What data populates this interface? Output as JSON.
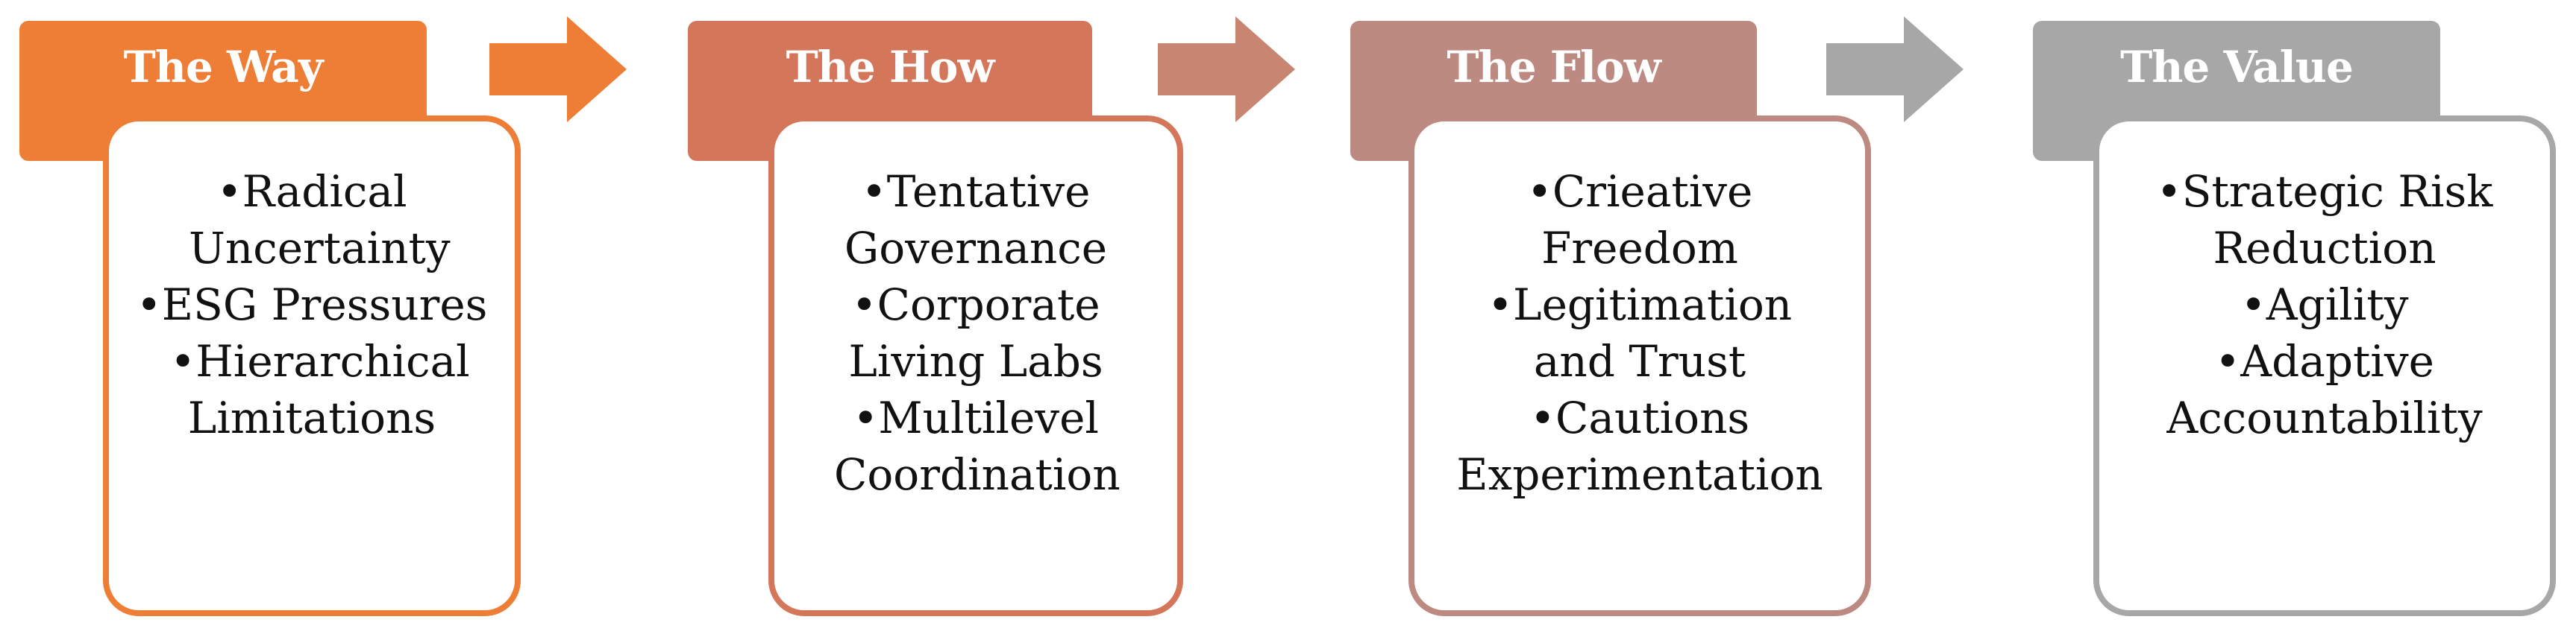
{
  "colors": {
    "stage1": "#ee7d35",
    "stage2": "#d4765a",
    "stage3": "#bc8a80",
    "stage4": "#a7a7a7",
    "arrow1": "#ee7d35",
    "arrow2": "#c88672",
    "arrow3": "#a7a7a7"
  },
  "stages": [
    {
      "title": "The Way",
      "items": [
        "•Radical Uncertainty",
        "•ESG Pressures",
        "•Hierarchical Limitations"
      ]
    },
    {
      "title": "The How",
      "items": [
        "•Tentative Governance",
        "•Corporate Living Labs",
        "•Multilevel Coordination"
      ]
    },
    {
      "title": "The Flow",
      "items": [
        "•Crieative Freedom",
        "•Legitimation and Trust",
        "•Cautions Experimentation"
      ]
    },
    {
      "title": "The Value",
      "items": [
        "•Strategic Risk Reduction",
        "•Agility",
        "•Adaptive Accountability"
      ]
    }
  ],
  "arrows": [
    "right-arrow-icon",
    "right-arrow-icon",
    "right-arrow-icon"
  ]
}
